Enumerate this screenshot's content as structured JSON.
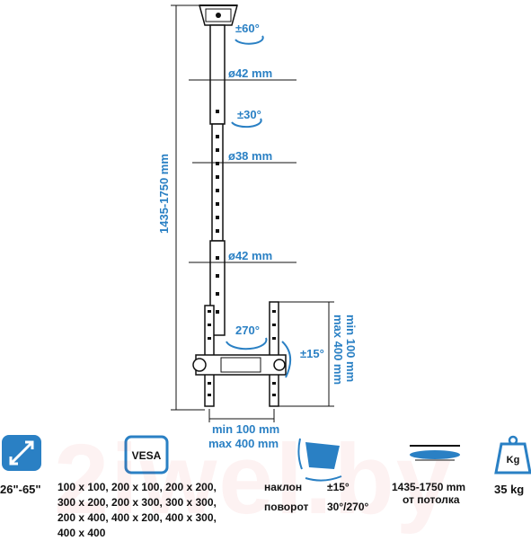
{
  "dimensions": {
    "rotation_top": "±60°",
    "diameter_top": "ø42 mm",
    "rotation_mid": "±30°",
    "diameter_mid": "ø38 mm",
    "diameter_low": "ø42 mm",
    "height_range": "1435-1750 mm",
    "rotation_bracket": "270°",
    "tilt": "±15°",
    "vertical_min": "min 100 mm",
    "vertical_max": "max 400 mm",
    "horizontal_min": "min 100 mm",
    "horizontal_max": "max 400 mm"
  },
  "specs": {
    "screen_size": "26\"-65\"",
    "vesa_badge": "VESA",
    "vesa_lines": [
      "100 x 100, 200 x 100, 200 x 200,",
      "300 x 200, 200 x 300, 300 x 300,",
      "200 x 400, 400 x 200, 400 x 300,",
      "400 x 400"
    ],
    "tilt_label": "наклон",
    "tilt_value": "±15°",
    "swivel_label": "поворот",
    "swivel_value": "30°/270°",
    "ceiling_value": "1435-1750 mm",
    "ceiling_label": "от потолка",
    "weight_badge": "Kg",
    "weight_value": "35 kg"
  },
  "colors": {
    "accent": "#2a80c4",
    "line": "#111111"
  }
}
